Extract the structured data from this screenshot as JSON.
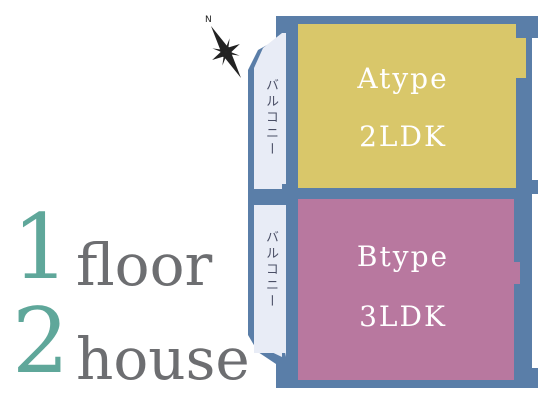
{
  "left_title": {
    "line1_number": "1",
    "line1_word": "floor",
    "line2_number": "2",
    "line2_word": "house"
  },
  "compass": {
    "north_label": "N",
    "icon": "compass-rose-icon"
  },
  "balconies": [
    {
      "label": "バルコニー"
    },
    {
      "label": "バルコニー"
    }
  ],
  "units": [
    {
      "type": "Atype",
      "layout": "2LDK",
      "color": "#d9c76a"
    },
    {
      "type": "Btype",
      "layout": "3LDK",
      "color": "#b8789f"
    }
  ],
  "colors": {
    "wall": "#5a7ea8",
    "balcony_fill": "#e8ecf6",
    "number_color": "#5fa79a",
    "word_color": "#6d6e71"
  }
}
